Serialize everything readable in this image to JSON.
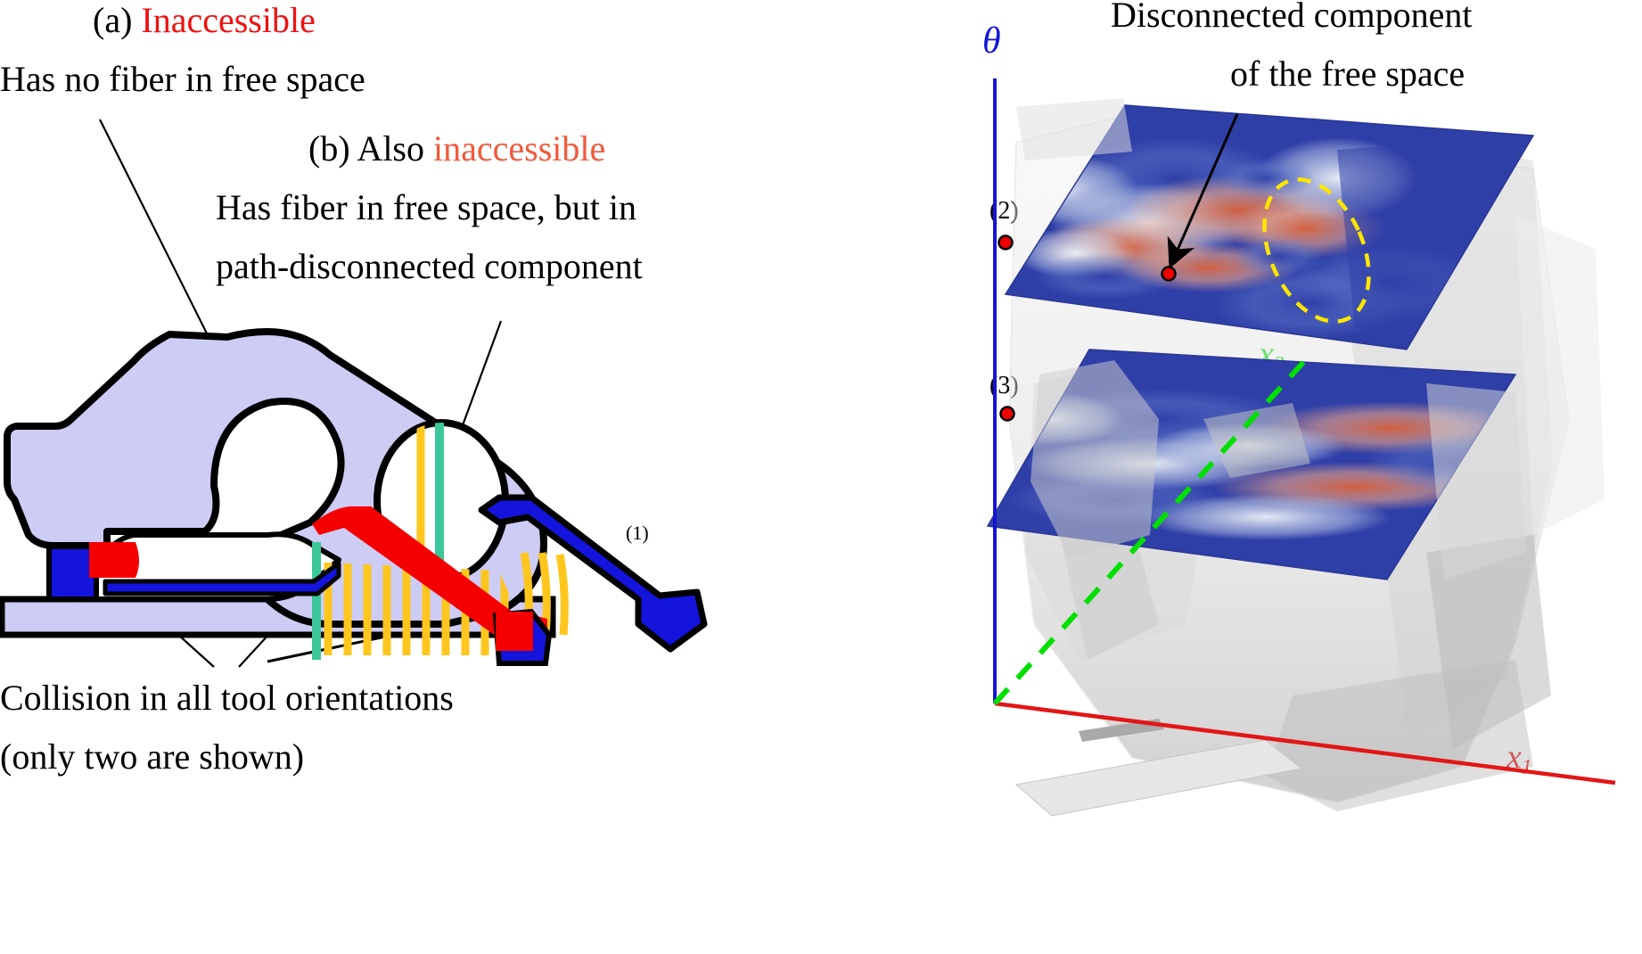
{
  "figure": {
    "domain": "diagram",
    "caption_left_a": {
      "prefix": "(a)",
      "highlight": "Inaccessible",
      "highlight_color": "#ee1111",
      "line2": "Has no fiber in free space"
    },
    "caption_left_b": {
      "prefix": "(b) Also",
      "highlight": "inaccessible",
      "highlight_color": "#f2593a",
      "line2": "Has fiber in free space, but in",
      "line3": "path-disconnected component"
    },
    "caption_bottom": {
      "line1": "Collision in all tool orientations",
      "line2": "(only two are shown)"
    },
    "pocket_label": "(1)"
  },
  "right_panel": {
    "title_line1": "Disconnected component",
    "title_line2": "of the free space",
    "axes": [
      {
        "name": "theta-axis",
        "label": "θ",
        "color": "#1414d6",
        "style": "solid",
        "orientation": "vertical"
      },
      {
        "name": "x1-axis",
        "label": "x₁",
        "label_base": "x",
        "label_sub": "1",
        "color": "#e21616",
        "style": "solid",
        "orientation": "depth-right"
      },
      {
        "name": "x2-axis",
        "label": "x₂",
        "label_base": "x",
        "label_sub": "2",
        "color": "#00e000",
        "style": "dashed",
        "orientation": "depth-back"
      }
    ],
    "markers": [
      {
        "id": "1",
        "label": "(1)",
        "color": "#ee0000",
        "plane": "upper",
        "inside_dashed_region": true
      },
      {
        "id": "2",
        "label": "(2)",
        "color": "#ee0000",
        "plane": "upper",
        "inside_dashed_region": false
      },
      {
        "id": "3",
        "label": "(3)",
        "color": "#ee0000",
        "plane": "lower",
        "inside_dashed_region": false
      }
    ],
    "annotation_ellipse": {
      "name": "disconnected-region-outline",
      "color": "#ffe600",
      "style": "dashed"
    },
    "slice_planes": [
      {
        "name": "upper-slice-plane",
        "fill": "#2f3fa8"
      },
      {
        "name": "lower-slice-plane",
        "fill": "#2f3fa8"
      }
    ],
    "colormap": {
      "low": "#2f3fa8",
      "mid": "#eeeeee",
      "high": "#d9603b",
      "name": "coolwarm"
    }
  },
  "mechanism": {
    "part_fill": "#ccccf5",
    "outline": "#000000",
    "tool_blue": "#1414dd",
    "tool_red": "#f50000",
    "fiber_green": "#3cc79a",
    "fiber_yellow": "#ffc61e",
    "parts": [
      {
        "name": "workpiece-body",
        "fill": "#ccccf5"
      },
      {
        "name": "workpiece-base-rail",
        "fill": "#ccccf5"
      },
      {
        "name": "tool-left-blue",
        "fill": "#1414dd"
      },
      {
        "name": "tool-left-red-tip",
        "fill": "#f50000"
      },
      {
        "name": "tool-right-blue",
        "fill": "#1414dd"
      },
      {
        "name": "tool-right-red-tip",
        "fill": "#f50000"
      },
      {
        "name": "tool-red-arm",
        "fill": "#f50000"
      },
      {
        "name": "fiber-bundle-yellow",
        "fill": "#ffc61e"
      },
      {
        "name": "fiber-green-accessible",
        "fill": "#3cc79a"
      }
    ]
  }
}
